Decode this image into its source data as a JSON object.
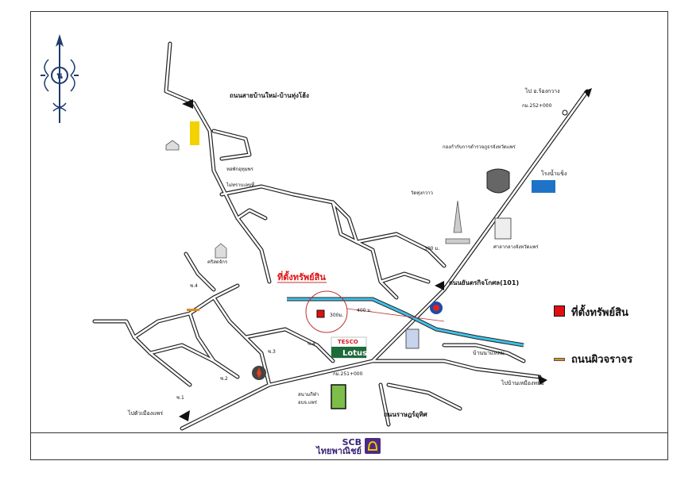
{
  "map": {
    "labels": {
      "road_north": "ถนนสายบ้านใหม่-บ้านทุ่งโฮ้ง",
      "to_rong_kwang": "ไป อ.ร้องกวาง",
      "km_252": "กม.252+000",
      "police_hq": "กองกำกับการตำรวจภูธรจังหวัดแพร่",
      "ice_factory": "โรงน้ำแข็ง",
      "wat_thung_kwao": "วัดทุ่งกวาว",
      "provincial_office": "ศาลากลางจังหวัดแพร่",
      "dorm": "หอพักอุทุมพร",
      "no_number": "ไม่ทราบเลขที่",
      "church": "คริสตจักร",
      "soi_4_top": "ซ.4",
      "soi_3": "ซ.3",
      "soi_4": "ซ.4",
      "soi_2": "ซ.2",
      "soi_1": "ซ.1",
      "property_title": "ที่ตั้งทรัพย์สิน",
      "dist_300": "300 ม.",
      "dist_400": "400 ม.",
      "dist_300b": "300ม.",
      "road_yantarakitkoson": "ถนนยันตรกิจโกศล(101)",
      "ban_na_haeng": "บ้านนาแหลม",
      "to_ban_nuea": "ไปบ้านเหมืองหม้อ",
      "km_251": "กม.251+000",
      "stadium": "สนามกีฬา",
      "stadium2": "อบจ.แพร่",
      "road_ratsadon": "ถนนราษฎร์อุทิศ",
      "to_city": "ไปตัวเมืองแพร่",
      "tesco": "TESCO",
      "lotus": "Lotus",
      "compass_letter": "น"
    }
  },
  "legend": {
    "property_location": "ที่ตั้งทรัพย์สิน",
    "paved_road": "ถนนผิวจราจร"
  },
  "footer": {
    "bank_en": "SCB",
    "bank_th": "ไทยพาณิชย์"
  },
  "colors": {
    "property": "#e01010",
    "canal": "#40c0e8",
    "road_outline": "#222222",
    "legend_road": "#e08a20",
    "scb_purple": "#4b2b86"
  }
}
